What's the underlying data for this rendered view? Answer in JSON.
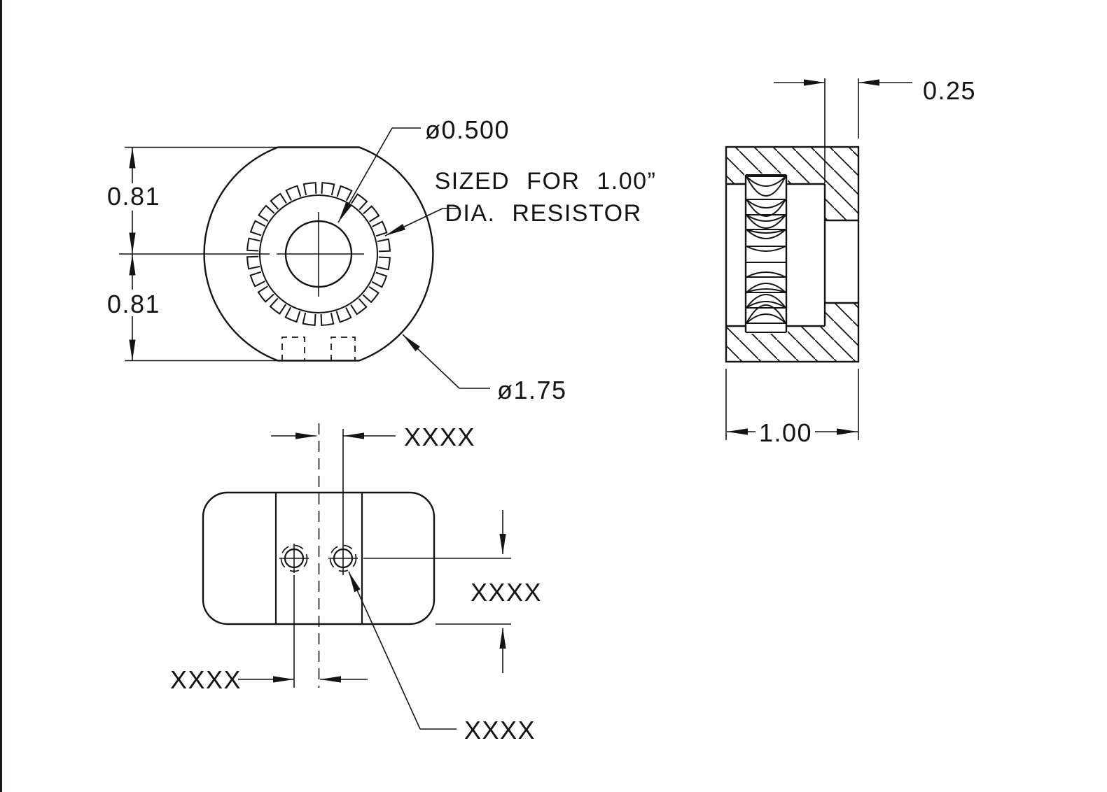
{
  "page": {
    "background": "#ffffff",
    "line_color": "#141414"
  },
  "front_view": {
    "dim_upper_half": "0.81",
    "dim_lower_half": "0.81",
    "center_hole_callout": "ø0.500",
    "note_line1": "SIZED FOR 1.00”",
    "note_line2": "DIA. RESISTOR",
    "outer_dia_callout": "ø1.75"
  },
  "side_view": {
    "recess_depth": "0.25",
    "thickness": "1.00"
  },
  "bottom_view": {
    "dim_center_to_hole_top": "XXXX",
    "dim_hole_to_edge_right": "XXXX",
    "dim_hole_to_center_bottom": "XXXX",
    "hole_callout": "XXXX"
  }
}
